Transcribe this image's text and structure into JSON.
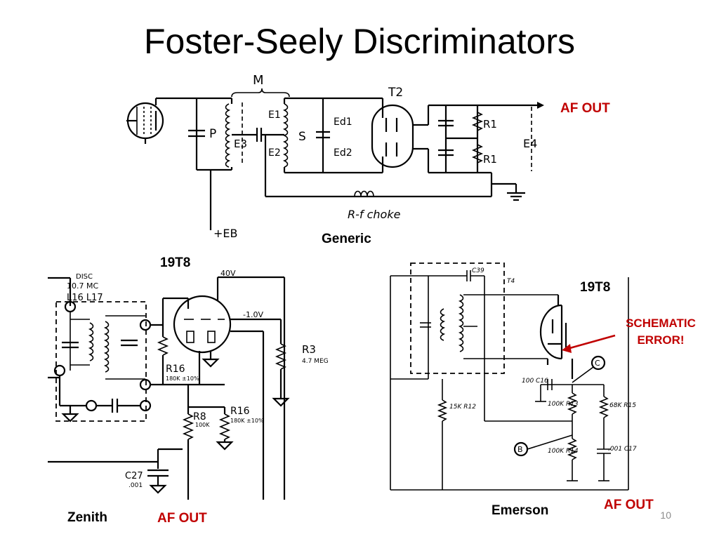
{
  "title": "Foster-Seely Discriminators",
  "generic": {
    "caption": "Generic",
    "out_label": "AF OUT",
    "labels": {
      "m": "M",
      "p": "P",
      "e3": "E3",
      "e1": "E1",
      "e2": "E2",
      "s": "S",
      "ed1": "Ed1",
      "ed2": "Ed2",
      "t2": "T2",
      "r1a": "R1",
      "r1b": "R1",
      "e4": "E4",
      "choke": "R-f choke",
      "eb": "+EB"
    }
  },
  "zenith": {
    "caption": "Zenith",
    "tube": "19T8",
    "out_label": "AF OUT",
    "labels": {
      "disc": "DISC",
      "freq": "10.7 MC",
      "coils": "L16  L17",
      "v40": "40V",
      "vneg": "-1.0V",
      "r3": "R3",
      "r3v": "4.7 MEG",
      "r16a": "R16",
      "r16av": "180K ±10%",
      "r8": "R8",
      "r8v": "100K",
      "r16b": "R16",
      "r16bv": "180K ±10%",
      "c27": "C27",
      "c27v": ".001"
    }
  },
  "emerson": {
    "caption": "Emerson",
    "tube": "19T8",
    "out_label": "AF OUT",
    "error_label": "SCHEMATIC\nERROR!",
    "error_color": "#c00000",
    "labels": {
      "c39": "C39",
      "t4": "T4",
      "r12": "15K R12",
      "r13": "100K R13",
      "r14": "100K R14",
      "r15": "68K R15",
      "c16": "100 C16",
      "c17": ".001 C17",
      "b": "B",
      "c": "C"
    }
  },
  "page_number": "10"
}
